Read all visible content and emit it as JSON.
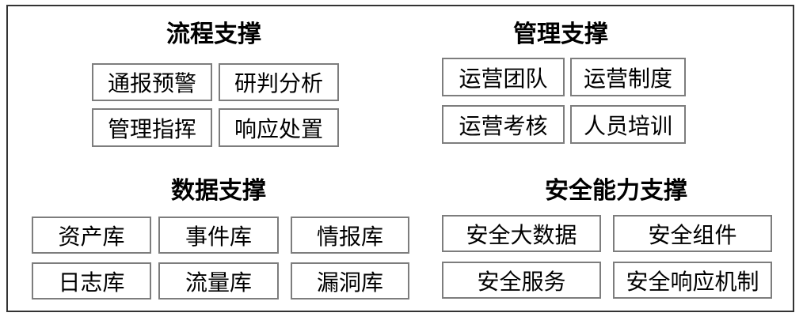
{
  "colors": {
    "frame-border": "#333333",
    "box-border": "#7d7d7d",
    "text": "#000000"
  },
  "groups": [
    {
      "id": "process-support",
      "title": "流程支撑",
      "items": [
        "通报预警",
        "研判分析",
        "管理指挥",
        "响应处置"
      ]
    },
    {
      "id": "management-support",
      "title": "管理支撑",
      "items": [
        "运营团队",
        "运营制度",
        "运营考核",
        "人员培训"
      ]
    },
    {
      "id": "data-support",
      "title": "数据支撑",
      "items": [
        "资产库",
        "事件库",
        "情报库",
        "日志库",
        "流量库",
        "漏洞库"
      ]
    },
    {
      "id": "security-capability-support",
      "title": "安全能力支撑",
      "items": [
        "安全大数据",
        "安全组件",
        "安全服务",
        "安全响应机制"
      ]
    }
  ]
}
